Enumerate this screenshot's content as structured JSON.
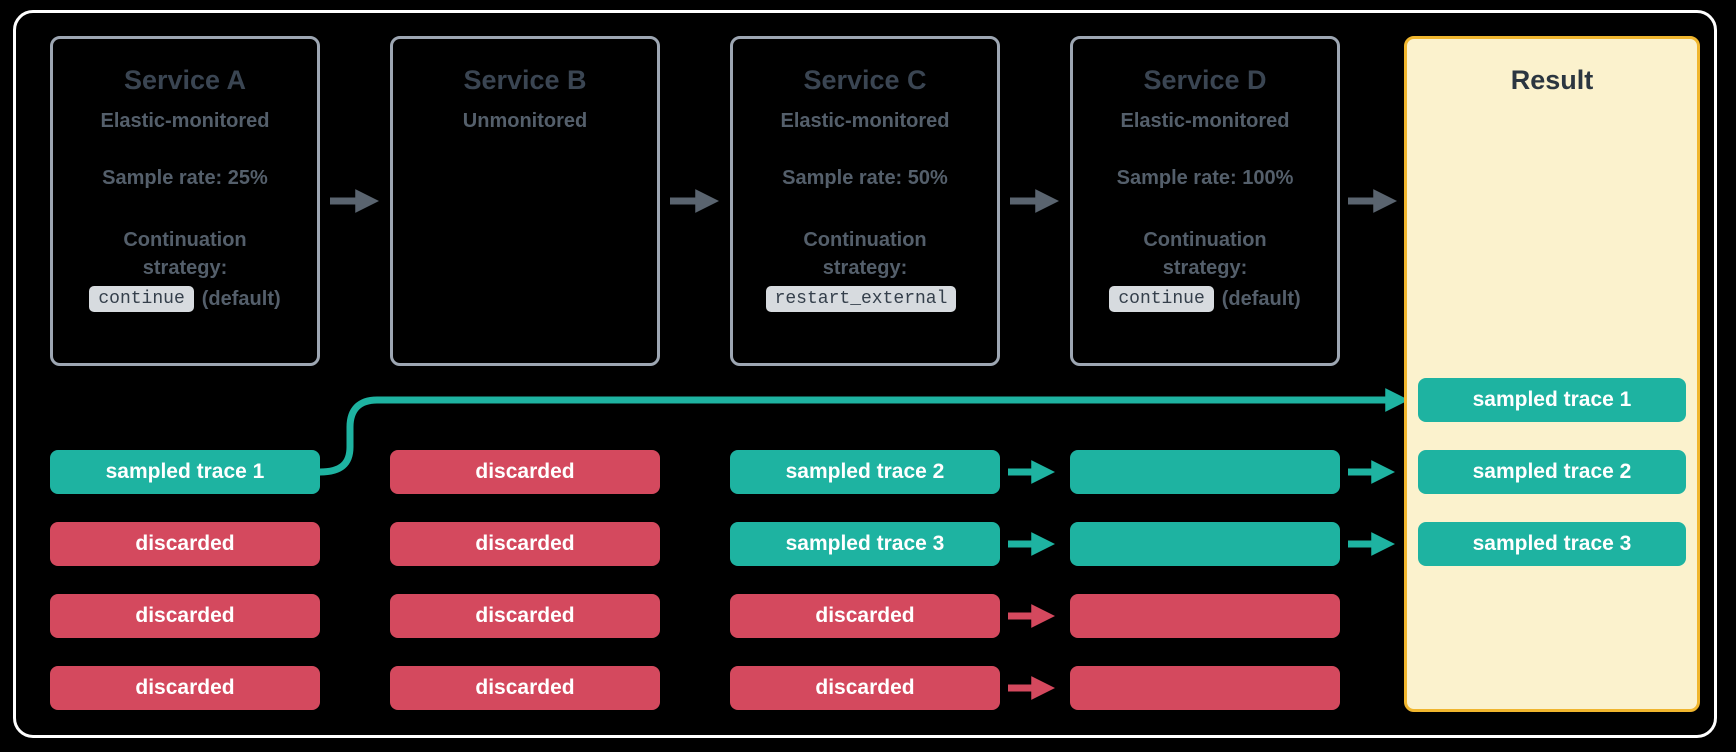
{
  "colors": {
    "background": "#000000",
    "frame_border": "#FFFFFF",
    "box_border": "#9DA6B2",
    "title_text": "#3A4552",
    "body_text": "#545F6B",
    "code_bg": "#D7DBDF",
    "code_text": "#343F4B",
    "teal": "#1EB3A1",
    "red": "#D4495E",
    "arrow_gray": "#5A646F",
    "result_bg": "#FBF2CD",
    "result_border": "#F0B62E",
    "result_title": "#2B3640",
    "chip_text": "#FFFFFF"
  },
  "services": [
    {
      "title": "Service A",
      "monitoring": "Elastic-monitored",
      "sample_rate": "Sample rate: 25%",
      "continuation_label": "Continuation strategy:",
      "code": "continue",
      "code_suffix": "(default)"
    },
    {
      "title": "Service B",
      "monitoring": "Unmonitored"
    },
    {
      "title": "Service C",
      "monitoring": "Elastic-monitored",
      "sample_rate": "Sample rate: 50%",
      "continuation_label": "Continuation strategy:",
      "code": "restart_external",
      "code_suffix": ""
    },
    {
      "title": "Service D",
      "monitoring": "Elastic-monitored",
      "sample_rate": "Sample rate: 100%",
      "continuation_label": "Continuation strategy:",
      "code": "continue",
      "code_suffix": "(default)"
    }
  ],
  "result": {
    "title": "Result",
    "chips": [
      {
        "label": "sampled trace 1",
        "kind": "sampled"
      },
      {
        "label": "sampled trace 2",
        "kind": "sampled"
      },
      {
        "label": "sampled trace 3",
        "kind": "sampled"
      }
    ]
  },
  "trace_columns": [
    {
      "service": "Service A",
      "chips": [
        {
          "label": "sampled trace 1",
          "kind": "sampled"
        },
        {
          "label": "discarded",
          "kind": "discarded"
        },
        {
          "label": "discarded",
          "kind": "discarded"
        },
        {
          "label": "discarded",
          "kind": "discarded"
        }
      ]
    },
    {
      "service": "Service B",
      "chips": [
        {
          "label": "discarded",
          "kind": "discarded"
        },
        {
          "label": "discarded",
          "kind": "discarded"
        },
        {
          "label": "discarded",
          "kind": "discarded"
        },
        {
          "label": "discarded",
          "kind": "discarded"
        }
      ]
    },
    {
      "service": "Service C",
      "chips": [
        {
          "label": "sampled trace 2",
          "kind": "sampled"
        },
        {
          "label": "sampled trace 3",
          "kind": "sampled"
        },
        {
          "label": "discarded",
          "kind": "discarded"
        },
        {
          "label": "discarded",
          "kind": "discarded"
        }
      ]
    },
    {
      "service": "Service D",
      "chips": [
        {
          "label": "",
          "kind": "sampled"
        },
        {
          "label": "",
          "kind": "sampled"
        },
        {
          "label": "",
          "kind": "discarded"
        },
        {
          "label": "",
          "kind": "discarded"
        }
      ]
    }
  ]
}
